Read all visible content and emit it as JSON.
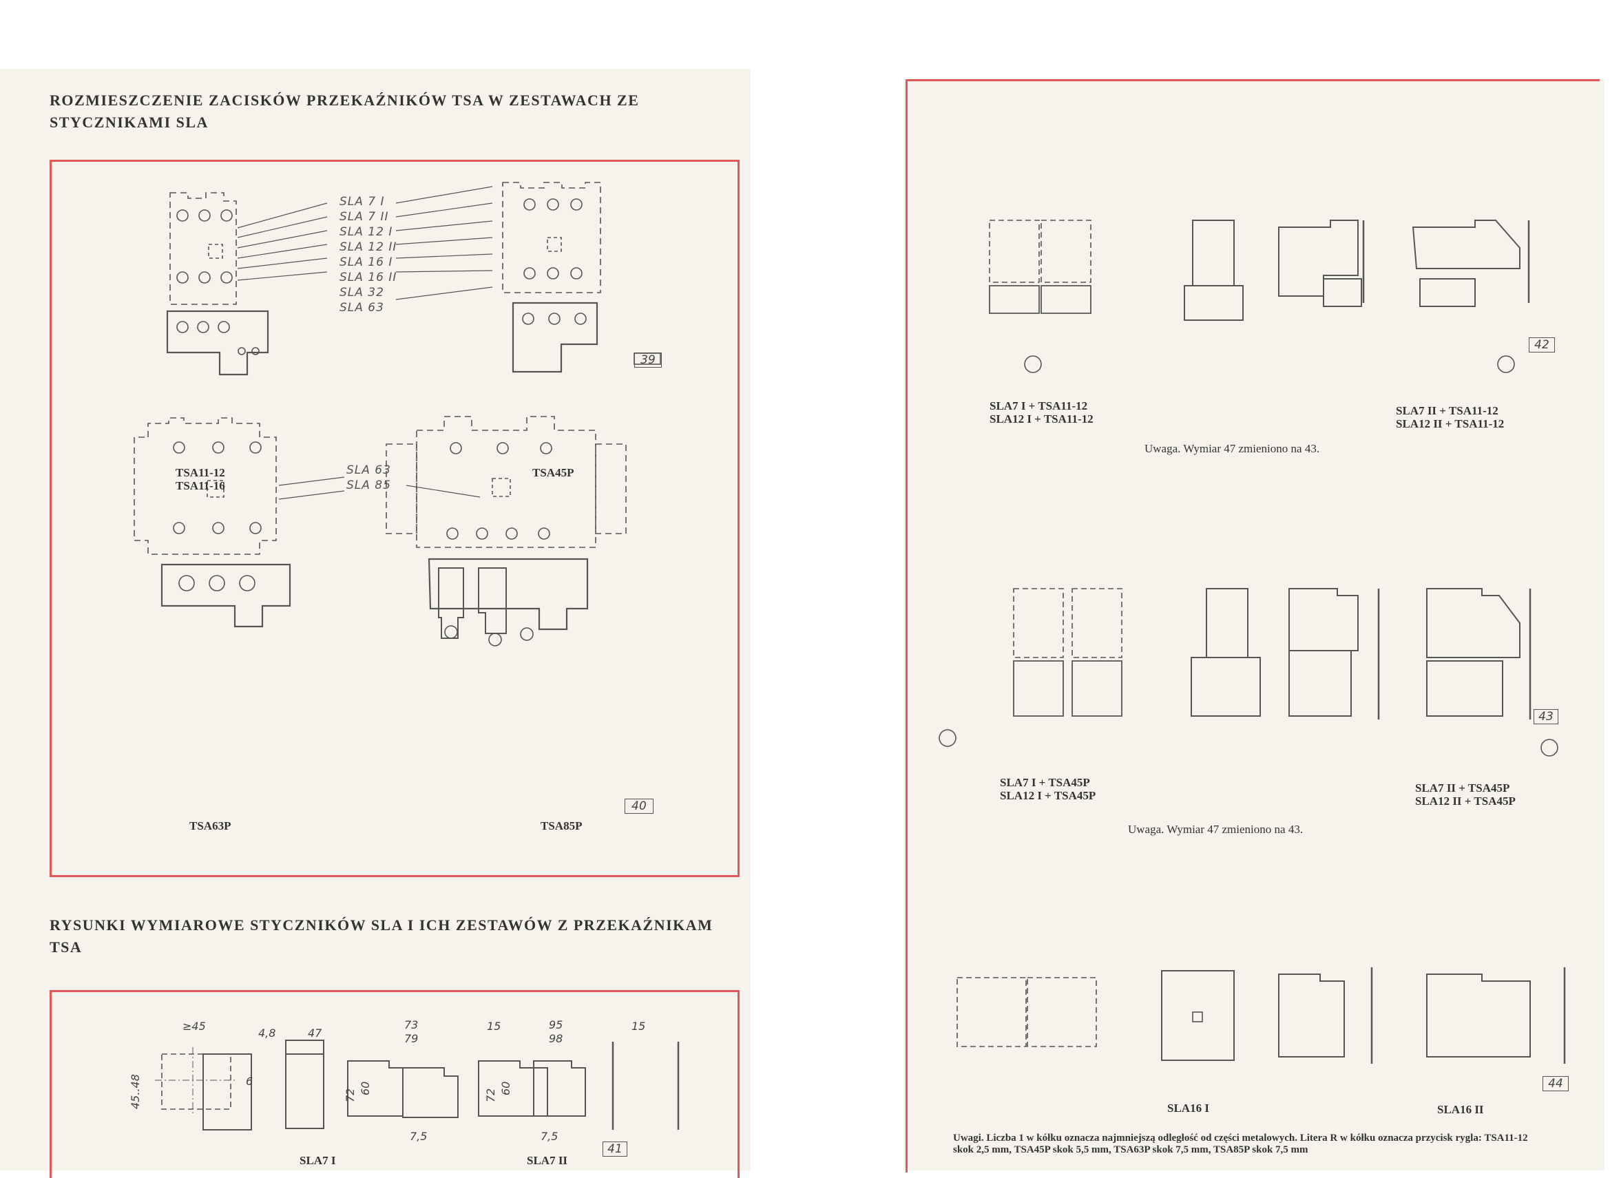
{
  "left_page": {
    "heading_1": "ROZMIESZCZENIE ZACISKÓW PRZEKAŹNIKÓW TSA W ZESTAWACH ZE STYCZNIKAMI SLA",
    "fig39": {
      "sla_labels": [
        "SLA 7  I",
        "SLA 7  II",
        "SLA 12  I",
        "SLA 12  II",
        "SLA 16  I",
        "SLA 16  II",
        "SLA 32",
        "SLA 63"
      ],
      "caption_left": [
        "TSA11-12",
        "TSA11-16"
      ],
      "caption_right": "TSA45P",
      "figure_number": "39"
    },
    "fig40": {
      "sla_labels": [
        "SLA 63",
        "SLA 85"
      ],
      "caption_left": "TSA63P",
      "caption_right": "TSA85P",
      "figure_number": "40"
    },
    "heading_2": "RYSUNKI WYMIAROWE STYCZNIKÓW SLA I ICH ZESTAWÓW Z PRZEKAŹNIKAM TSA",
    "fig41": {
      "dims": [
        "≥45",
        "4,8",
        "47",
        "73",
        "79",
        "15",
        "95",
        "98",
        "15",
        "45..48",
        "6",
        "72",
        "60",
        "7,5",
        "72",
        "60",
        "7,5"
      ],
      "captions": [
        "SLA7 I",
        "SLA7 II"
      ],
      "figure_number": "41"
    }
  },
  "right_page": {
    "fig42": {
      "caption_left": [
        "SLA7 I + TSA11-12",
        "SLA12 I + TSA11-12"
      ],
      "caption_right": [
        "SLA7 II + TSA11-12",
        "SLA12 II + TSA11-12"
      ],
      "note": "Uwaga. Wymiar 47 zmieniono na 43.",
      "figure_number": "42"
    },
    "fig43": {
      "caption_left": [
        "SLA7 I + TSA45P",
        "SLA12 I + TSA45P"
      ],
      "caption_right": [
        "SLA7 II + TSA45P",
        "SLA12 II + TSA45P"
      ],
      "note": "Uwaga. Wymiar 47 zmieniono na 43.",
      "figure_number": "43"
    },
    "fig44": {
      "caption_left": "SLA16 I",
      "caption_right": "SLA16 II",
      "figure_number": "44"
    },
    "bottom_note": "Uwagi. Liczba 1 w kółku oznacza najmniejszą odległość od części metalowych. Litera R w kółku oznacza przycisk rygla: TSA11-12 skok 2,5 mm, TSA45P skok 5,5 mm, TSA63P skok 7,5 mm, TSA85P skok 7,5 mm"
  },
  "colors": {
    "frame_red": "#e05858",
    "paper": "#f6f3ec",
    "ink": "#333333"
  }
}
